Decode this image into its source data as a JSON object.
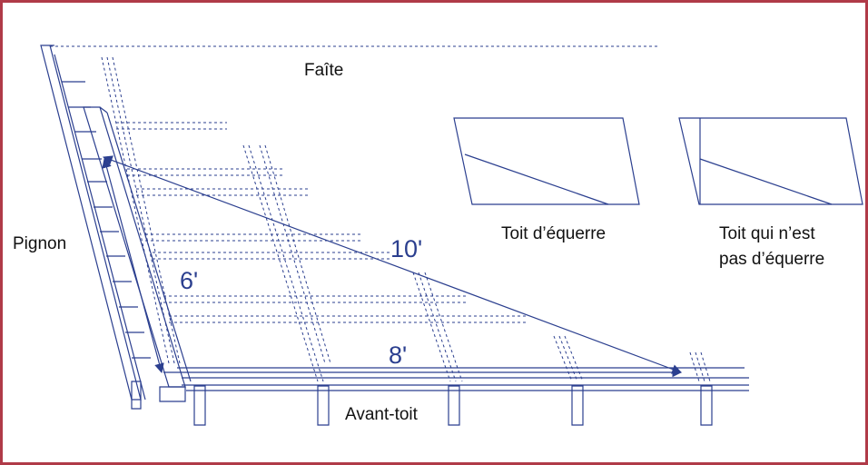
{
  "labels": {
    "ridge": "Faîte",
    "gable": "Pignon",
    "eave": "Avant-toit",
    "square_roof": "Toit d’équerre",
    "not_square_roof_line1": "Toit qui n’est",
    "not_square_roof_line2": "pas d’équerre"
  },
  "dimensions": {
    "diagonal": "10'",
    "vertical": "6'",
    "horizontal": "8'"
  },
  "colors": {
    "line": "#2b3f8f",
    "frame": "#b03a48",
    "text": "#111111"
  }
}
